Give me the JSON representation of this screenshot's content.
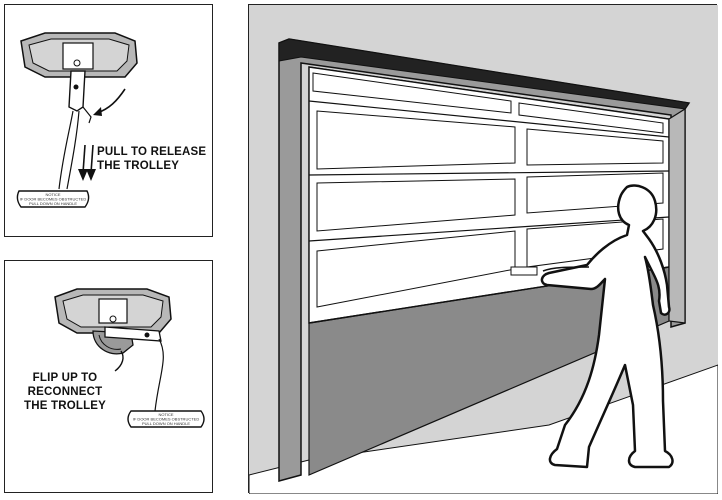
{
  "release_panel": {
    "instruction_line1": "PULL TO RELEASE",
    "instruction_line2": "THE TROLLEY",
    "handle_tag": [
      "NOTICE",
      "IF DOOR BECOMES OBSTRUCTED",
      "PULL DOWN ON HANDLE"
    ]
  },
  "reconnect_panel": {
    "instruction_line1": "FLIP UP TO",
    "instruction_line2": "RECONNECT",
    "instruction_line3": "THE TROLLEY",
    "handle_tag": [
      "NOTICE",
      "IF DOOR BECOMES OBSTRUCTED",
      "PULL DOWN ON HANDLE"
    ]
  },
  "colors": {
    "outline": "#111111",
    "shade_light": "#d4d4d4",
    "shade_mid": "#9a9a9a",
    "shade_dark": "#8a8a8a",
    "trolley_gray": "#b8b8b8"
  }
}
